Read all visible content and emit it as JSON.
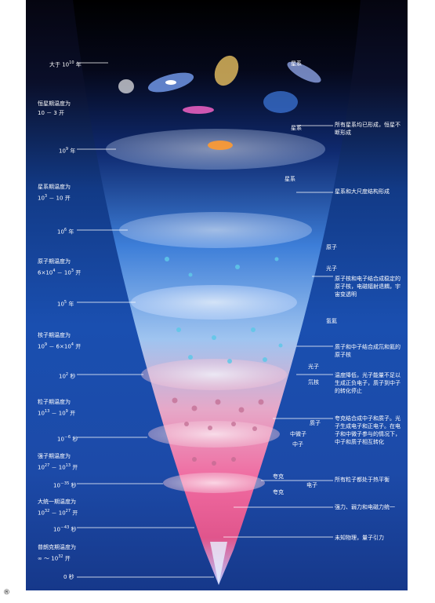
{
  "left_labels": [
    {
      "id": "t1",
      "base": "大于 10",
      "sup": "10",
      "tail": " 年"
    },
    {
      "id": "era1a",
      "text": "恒星期温度为"
    },
    {
      "id": "era1b",
      "text": "10 － 3 开"
    },
    {
      "id": "t2",
      "base": "10",
      "sup": "9",
      "tail": " 年"
    },
    {
      "id": "era2a",
      "text": "星系期温度为"
    },
    {
      "id": "era2b",
      "base": "10",
      "sup": "3",
      "tail": " － 10 开"
    },
    {
      "id": "t3",
      "base": "10",
      "sup": "6",
      "tail": " 年"
    },
    {
      "id": "era3a",
      "text": "原子期温度为"
    },
    {
      "id": "era3b",
      "base": "6×10",
      "sup": "4",
      "tail": " － 10",
      "sup2": "3",
      "tail2": " 开"
    },
    {
      "id": "t4",
      "base": "10",
      "sup": "5",
      "tail": " 年"
    },
    {
      "id": "era4a",
      "text": "核子期温度为"
    },
    {
      "id": "era4b",
      "base": "10",
      "sup": "9",
      "tail": " － 6×10",
      "sup2": "4",
      "tail2": " 开"
    },
    {
      "id": "t5",
      "base": "10",
      "sup": "2",
      "tail": " 秒"
    },
    {
      "id": "era5a",
      "text": "粒子期温度为"
    },
    {
      "id": "era5b",
      "base": "10",
      "sup": "13",
      "tail": " － 10",
      "sup2": "9",
      "tail2": " 开"
    },
    {
      "id": "t6",
      "base": "10",
      "sup": "－6",
      "tail": " 秒"
    },
    {
      "id": "era6a",
      "text": "强子期温度为"
    },
    {
      "id": "era6b",
      "base": "10",
      "sup": "27",
      "tail": " － 10",
      "sup2": "13",
      "tail2": " 开"
    },
    {
      "id": "t7",
      "base": "10",
      "sup": "－35",
      "tail": " 秒"
    },
    {
      "id": "era7a",
      "text": "大统一期温度为"
    },
    {
      "id": "era7b",
      "base": "10",
      "sup": "32",
      "tail": " － 10",
      "sup2": "27",
      "tail2": " 开"
    },
    {
      "id": "t8",
      "base": "10",
      "sup": "－43",
      "tail": " 秒"
    },
    {
      "id": "era8a",
      "text": "普朗克期温度为"
    },
    {
      "id": "era8b",
      "base": "∞ ～ 10",
      "sup": "32",
      "tail": " 开"
    },
    {
      "id": "t9",
      "text": "0 秒"
    }
  ],
  "inner_labels": {
    "galaxy1": "星系",
    "galaxy2": "星系",
    "galaxy3": "星系",
    "atom": "原子",
    "photon1": "光子",
    "hydrogen_helium": "氢氦",
    "photon2": "光子",
    "deuterium": "氘核",
    "proton": "质子",
    "neutron_mid": "中微子",
    "neutron": "中子",
    "quark1": "夸克",
    "electron": "电子",
    "quark2": "夸克"
  },
  "right_notes": {
    "n1": "所有星系均已形成，恒星不断形成",
    "n2": "星系和大尺度结构形成",
    "n3": "原子核和电子结合成稳定的原子核，电磁辐射退耦，宇宙变透明",
    "n4": "质子和中子结合成氘和氦的原子核",
    "n5": "温度降低，光子能量不足以生成正负电子，质子到中子的转化停止",
    "n6": "夸克结合成中子和质子。光子生成电子和正电子。在电子和中微子参与的情况下，中子和质子相互转化",
    "n7": "所有粒子都处于热平衡",
    "n8": "强力、弱力和电磁力统一",
    "n9": "未知物理，量子引力"
  },
  "footer_mark": "®"
}
